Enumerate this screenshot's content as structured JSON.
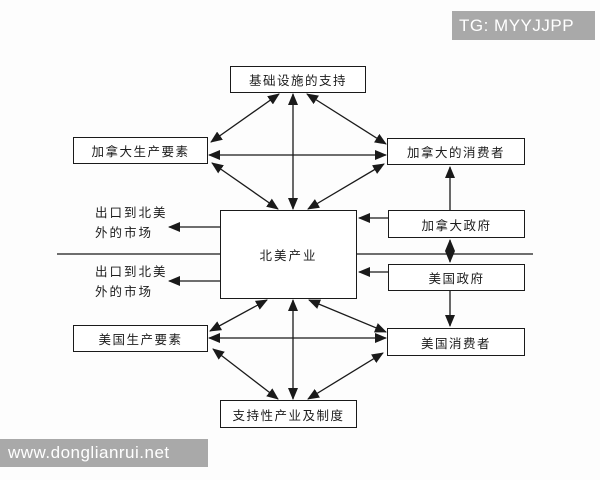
{
  "watermarks": {
    "telegram": "TG: MYYJJPP",
    "website": "www.donglianrui.net"
  },
  "diagram": {
    "nodes": {
      "infrastructure_support": "基础设施的支持",
      "canada_production_factors": "加拿大生产要素",
      "canada_consumers": "加拿大的消费者",
      "north_american_industry": "北美产业",
      "canada_government": "加拿大政府",
      "us_government": "美国政府",
      "us_production_factors": "美国生产要素",
      "us_consumers": "美国消费者",
      "supporting_industries_institutions": "支持性产业及制度"
    },
    "labels": {
      "export_upper": {
        "line1": "出口到北美",
        "line2": "外的市场"
      },
      "export_lower": {
        "line1": "出口到北美",
        "line2": "外的市场"
      }
    }
  },
  "colors": {
    "line": "#1a1a1a",
    "box_fill": "#ffffff",
    "watermark_bg": "#a9a9a9",
    "watermark_text": "#ffffff"
  }
}
